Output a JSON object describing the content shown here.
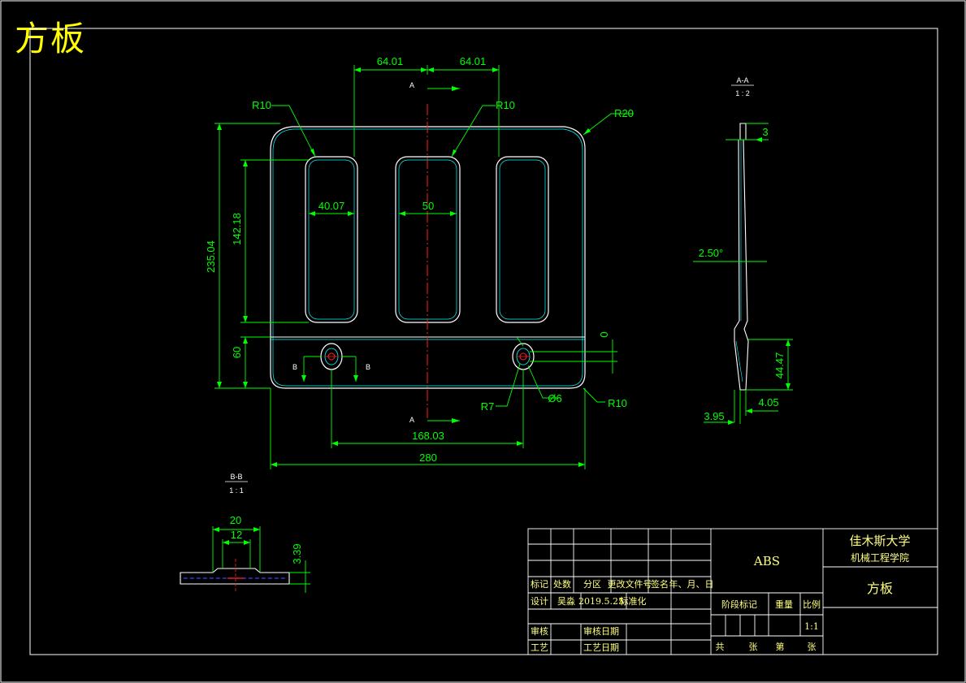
{
  "drawing": {
    "title": "方板",
    "main_view": {
      "dims": {
        "left_half": "64.01",
        "right_half": "64.01",
        "r_tl": "R10",
        "r_mid": "R10",
        "r_corner": "R20",
        "slot_width": "40.07",
        "slot_center": "50",
        "overall_height": "235.04",
        "slot_height": "142.18",
        "lower_height": "60",
        "hole_spacing": "168.03",
        "overall_width": "280",
        "r_hole": "R7",
        "hole_dia": "Ø6",
        "r_bottom": "R10",
        "small_zero": "0"
      },
      "section_marks": {
        "a_top": "A",
        "a_bottom": "A",
        "b_left": "B",
        "b_right": "B"
      }
    },
    "side_view": {
      "label": "A-A",
      "scale": "1 : 2",
      "dims": {
        "top": "3",
        "angle": "2.50°",
        "height": "44.47",
        "right": "4.05",
        "left": "3.95"
      }
    },
    "detail_view": {
      "label": "B-B",
      "scale": "1 : 1",
      "dims": {
        "outer": "20",
        "inner": "12",
        "thick": "3.39"
      }
    }
  },
  "title_block": {
    "university": "佳木斯大学",
    "college": "机械工程学院",
    "material": "ABS",
    "part_name": "方板",
    "row_headers": [
      "标记",
      "处数",
      "分区",
      "更改文件号",
      "签名",
      "年、月、日"
    ],
    "design_label": "设计",
    "designer": "吴淼",
    "date": "2019.5.25",
    "standardize": "标准化",
    "review": "审核",
    "process": "工艺",
    "review_date": "审核日期",
    "process_date": "工艺日期",
    "stage_mark": "阶段标记",
    "weight": "重量",
    "ratio": "比例",
    "ratio_value": "1:1",
    "sheets": [
      "共",
      "张",
      "第",
      "张"
    ]
  }
}
